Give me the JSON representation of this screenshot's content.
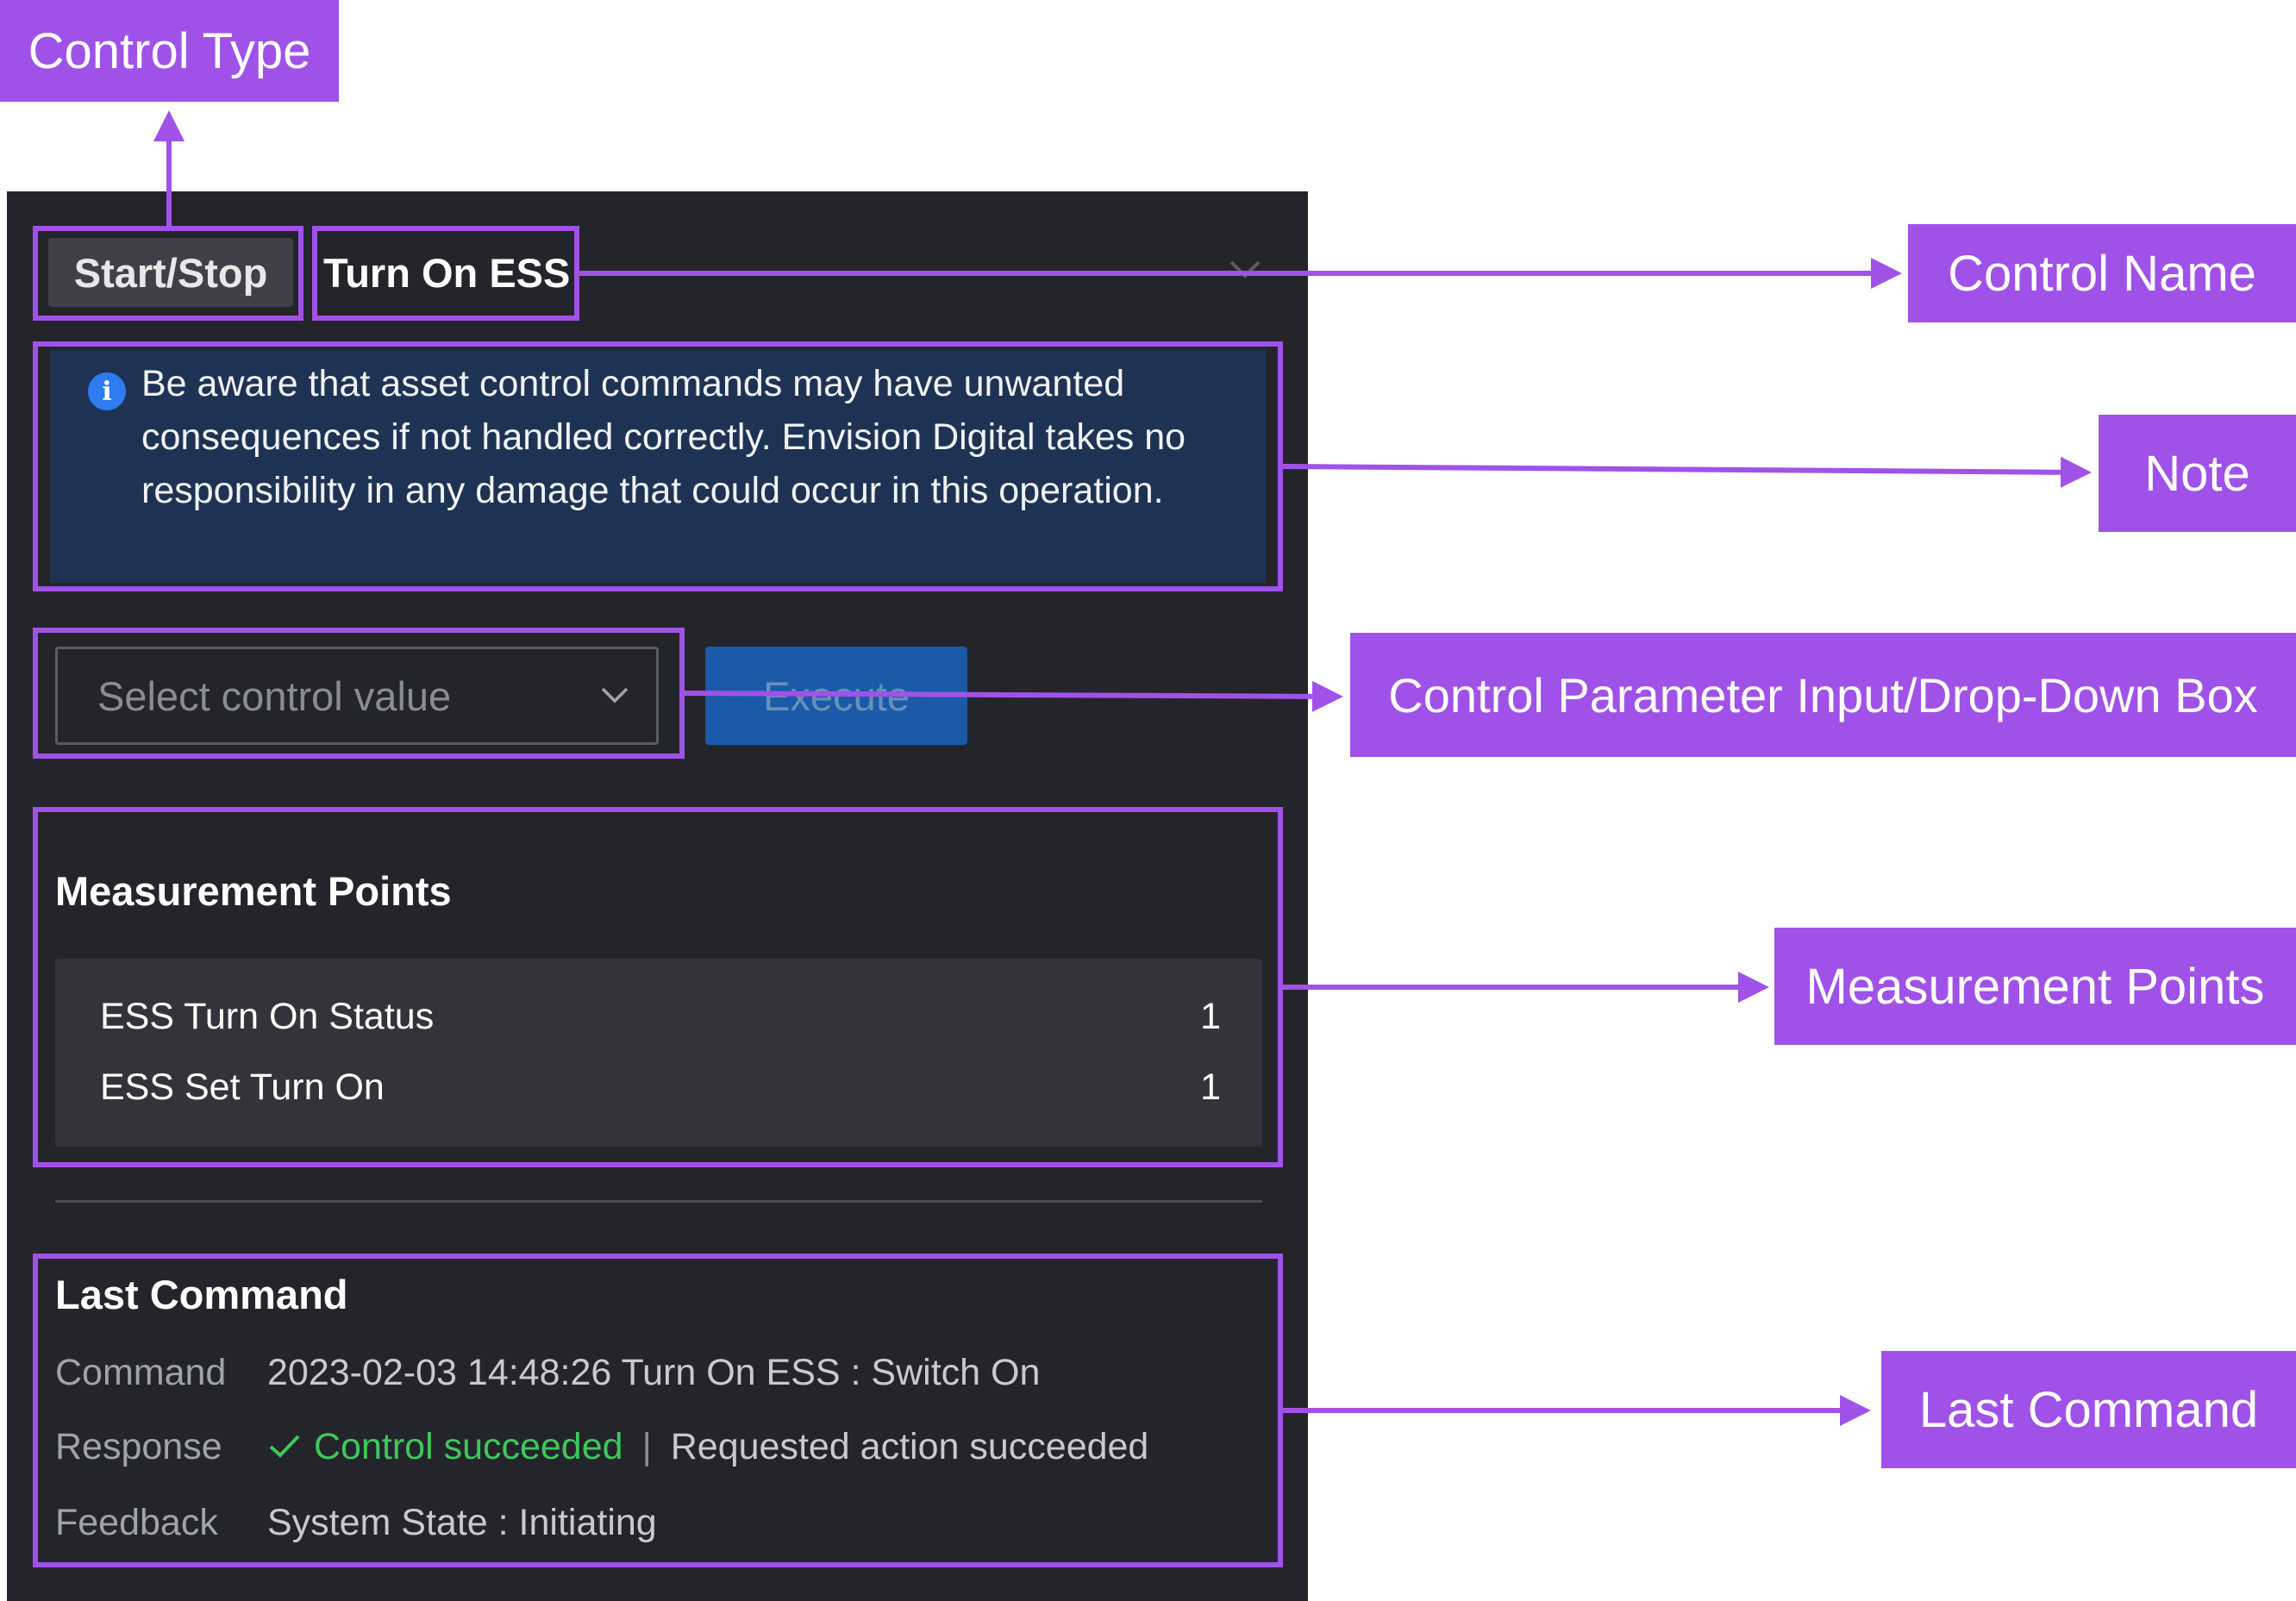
{
  "control": {
    "type": "Start/Stop",
    "name": "Turn On ESS",
    "note": "Be aware that asset control commands may have unwanted consequences if not handled correctly. Envision Digital takes no responsibility in any damage that could occur in this operation.",
    "select_placeholder": "Select control value",
    "execute_label": "Execute"
  },
  "measurement_points": {
    "title": "Measurement Points",
    "items": [
      {
        "name": "ESS Turn On Status",
        "value": "1"
      },
      {
        "name": "ESS Set Turn On",
        "value": "1"
      }
    ]
  },
  "last_command": {
    "title": "Last Command",
    "command_label": "Command",
    "command_value": "2023-02-03 14:48:26 Turn On ESS : Switch On",
    "response_label": "Response",
    "response_status": "Control succeeded",
    "response_separator": "|",
    "response_detail": "Requested action succeeded",
    "feedback_label": "Feedback",
    "feedback_value": "System State : Initiating"
  },
  "annotations": {
    "control_type": "Control Type",
    "control_name": "Control Name",
    "note": "Note",
    "control_param": "Control Parameter Input/Drop-Down Box",
    "measurement_points": "Measurement Points",
    "last_command": "Last Command"
  },
  "icons": {
    "info": "info-icon",
    "chevron_down": "chevron-down-icon",
    "check": "check-icon"
  },
  "colors": {
    "annotation": "#a052e8",
    "panel_bg": "#24252b",
    "note_bg": "#1e3354",
    "success": "#3ec85b",
    "primary": "#1a5aa8"
  }
}
